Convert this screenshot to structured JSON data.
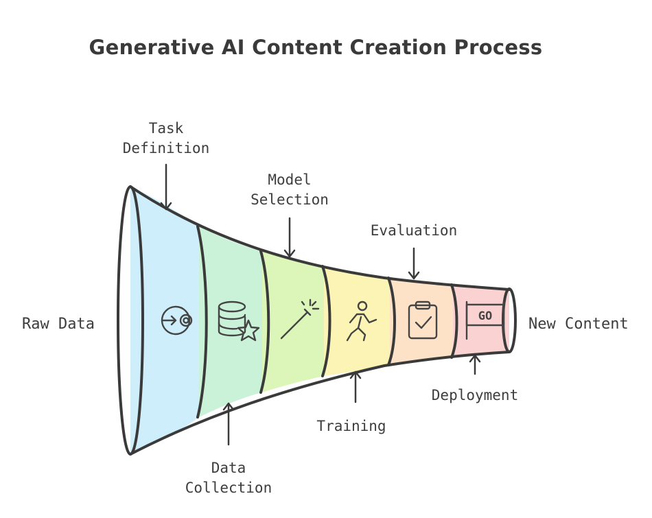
{
  "title": "Generative AI Content Creation Process",
  "input_label": "Raw Data",
  "output_label": "New Content",
  "stages": [
    {
      "label_lines": [
        "Task",
        "Definition"
      ],
      "icon": "target-arrow-icon",
      "color": "#cdeefa"
    },
    {
      "label_lines": [
        "Data",
        "Collection"
      ],
      "icon": "database-star-icon",
      "color": "#c9f2d8"
    },
    {
      "label_lines": [
        "Model",
        "Selection"
      ],
      "icon": "magic-wand-icon",
      "color": "#dcf5b8"
    },
    {
      "label_lines": [
        "Training"
      ],
      "icon": "running-person-icon",
      "color": "#fbf4b4"
    },
    {
      "label_lines": [
        "Evaluation"
      ],
      "icon": "clipboard-check-icon",
      "color": "#fde2c8"
    },
    {
      "label_lines": [
        "Deployment"
      ],
      "icon": "go-sign-icon",
      "color": "#fbd2d2"
    }
  ],
  "go_sign_text": "GO"
}
